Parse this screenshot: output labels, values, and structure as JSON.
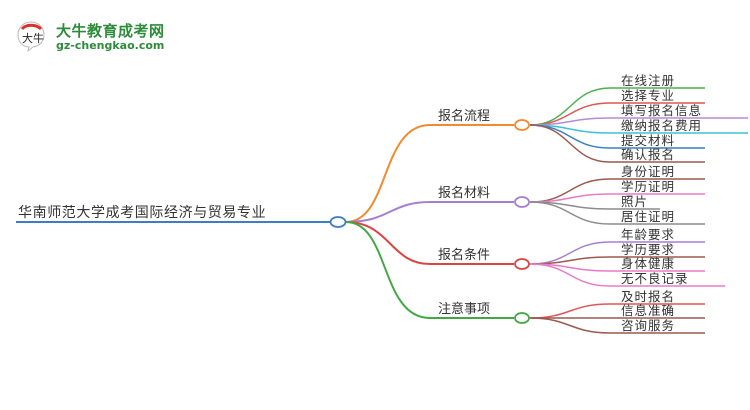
{
  "logo": {
    "badge_text": "大牛",
    "title": "大牛教育成考网",
    "url": "gz-chengkao.com"
  },
  "mindmap": {
    "root": {
      "label": "华南师范大学成考国际经济与贸易专业",
      "color": "#3a7fc1"
    },
    "branches": [
      {
        "label": "报名流程",
        "color": "#f28a2e",
        "children": [
          {
            "label": "在线注册",
            "color": "#4caf50"
          },
          {
            "label": "选择专业",
            "color": "#e05555"
          },
          {
            "label": "填写报名信息",
            "color": "#b58ad8"
          },
          {
            "label": "缴纳报名费用",
            "color": "#3cc4d4"
          },
          {
            "label": "提交材料",
            "color": "#3a7fc1"
          },
          {
            "label": "确认报名",
            "color": "#9a5a4e"
          }
        ]
      },
      {
        "label": "报名材料",
        "color": "#a77fd0",
        "children": [
          {
            "label": "身份证明",
            "color": "#9a5a4e"
          },
          {
            "label": "学历证明",
            "color": "#e97ac8"
          },
          {
            "label": "照片",
            "color": "#8c8c8c"
          },
          {
            "label": "居住证明",
            "color": "#8c8c8c"
          }
        ]
      },
      {
        "label": "报名条件",
        "color": "#d94545",
        "children": [
          {
            "label": "年龄要求",
            "color": "#a77fd0"
          },
          {
            "label": "学历要求",
            "color": "#9a5a4e"
          },
          {
            "label": "身体健康",
            "color": "#e97ac8"
          },
          {
            "label": "无不良记录",
            "color": "#e97ac8"
          }
        ]
      },
      {
        "label": "注意事项",
        "color": "#43a843",
        "children": [
          {
            "label": "及时报名",
            "color": "#e05555"
          },
          {
            "label": "信息准确",
            "color": "#9a5a4e"
          },
          {
            "label": "咨询服务",
            "color": "#9a5a4e"
          }
        ]
      }
    ]
  }
}
